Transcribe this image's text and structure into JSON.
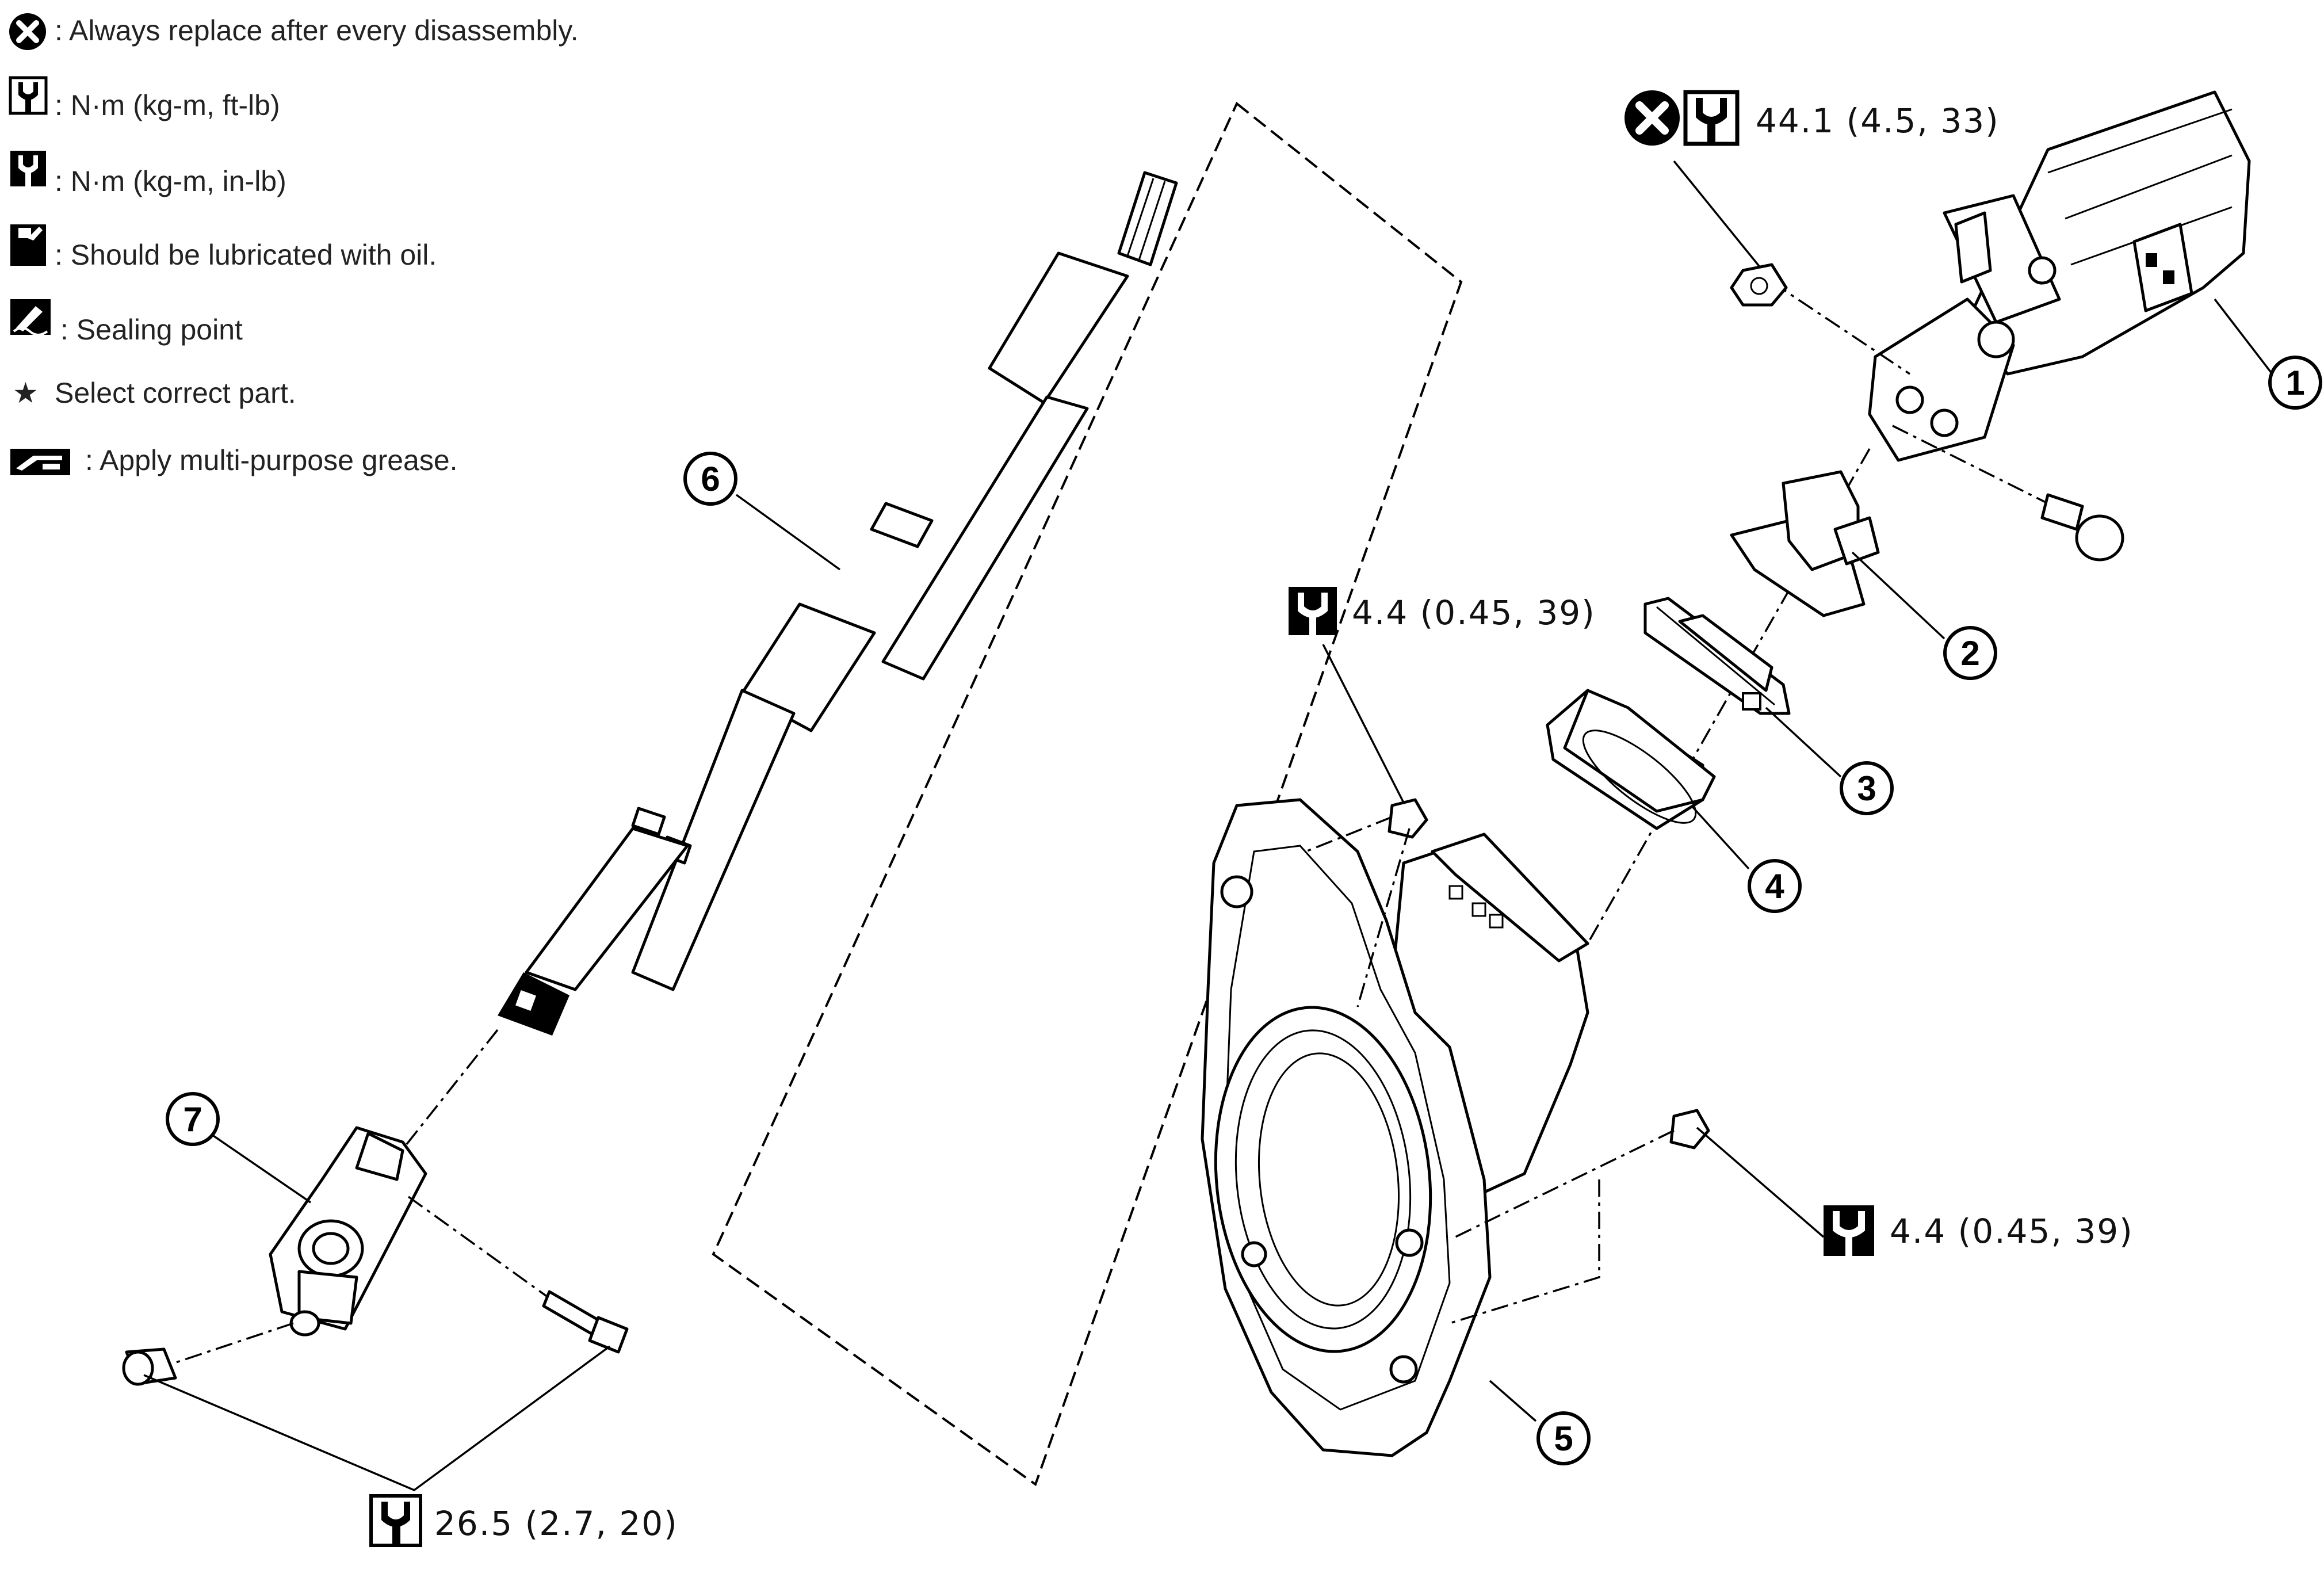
{
  "legend": {
    "replace": ": Always replace after every disassembly.",
    "torque_ftlb": ": N·m (kg-m, ft-lb)",
    "torque_inlb": ": N·m (kg-m, in-lb)",
    "oil": ": Should be lubricated with oil.",
    "sealing": ": Sealing point",
    "select": "Select correct part.",
    "grease": ": Apply multi-purpose grease."
  },
  "torques": {
    "t1": "44.1 (4.5, 33)",
    "t2": "4.4 (0.45, 39)",
    "t3": "4.4 (0.45, 39)",
    "t4": "26.5 (2.7, 20)"
  },
  "callouts": [
    "1",
    "2",
    "3",
    "4",
    "5",
    "6",
    "7"
  ],
  "symbols": {
    "star": "★"
  },
  "icons": [
    "replace-x-icon",
    "torque-wrench-icon",
    "torque-wrench-filled-icon",
    "oil-can-icon",
    "sealing-point-icon",
    "star-icon",
    "grease-icon"
  ]
}
